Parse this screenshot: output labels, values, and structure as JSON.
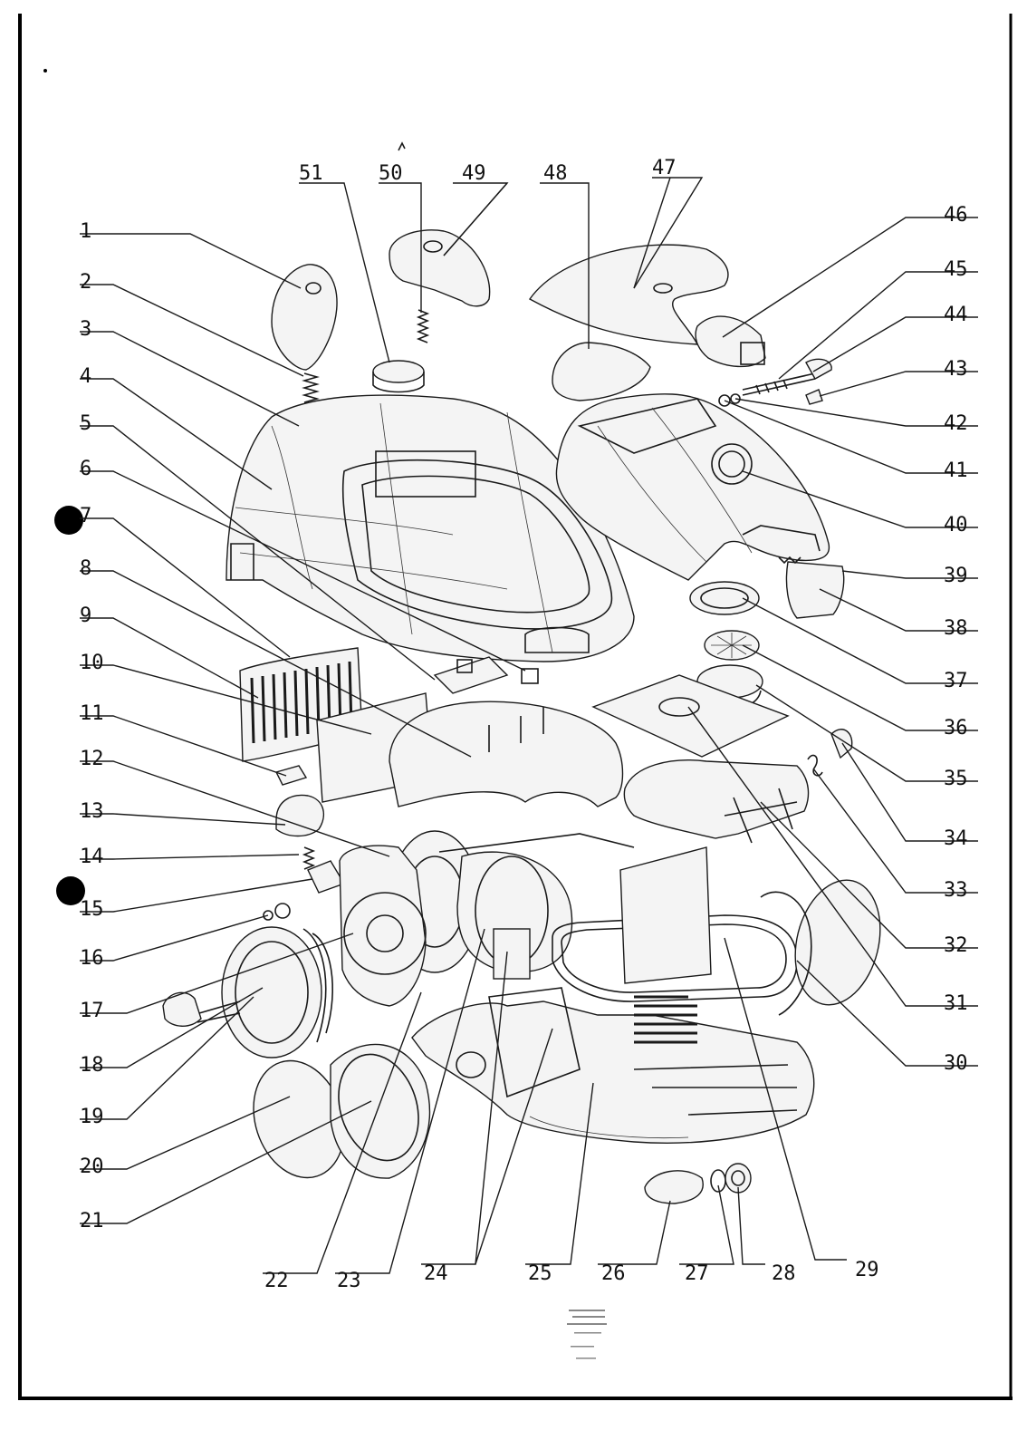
{
  "diagram": {
    "type": "exploded-parts-view",
    "left_callouts": [
      "1",
      "2",
      "3",
      "4",
      "5",
      "6",
      "7",
      "8",
      "9",
      "10",
      "11",
      "12",
      "13",
      "14",
      "15",
      "16",
      "17",
      "18",
      "19",
      "20",
      "21"
    ],
    "right_callouts": [
      "46",
      "45",
      "44",
      "43",
      "42",
      "41",
      "40",
      "39",
      "38",
      "37",
      "36",
      "35",
      "34",
      "33",
      "32",
      "31",
      "30"
    ],
    "top_callouts": [
      "51",
      "50",
      "49",
      "48",
      "47"
    ],
    "bottom_callouts": [
      "22",
      "23",
      "24",
      "25",
      "26",
      "27",
      "28",
      "29"
    ]
  }
}
